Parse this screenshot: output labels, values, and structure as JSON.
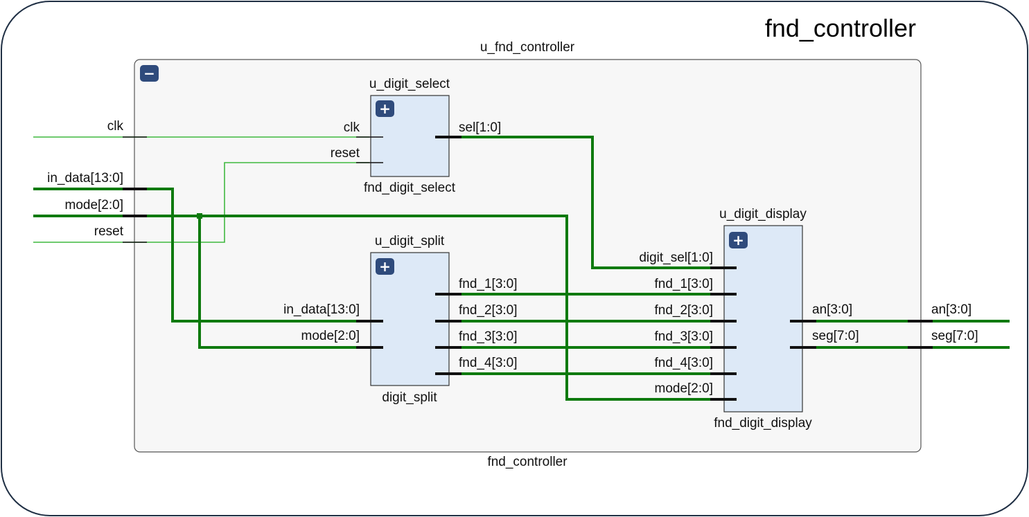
{
  "title": "fnd_controller",
  "container": {
    "instance": "u_fnd_controller",
    "module": "fnd_controller",
    "collapse_glyph": "−"
  },
  "top_ports": {
    "inputs": [
      "clk",
      "in_data[13:0]",
      "mode[2:0]",
      "reset"
    ],
    "outputs": [
      "an[3:0]",
      "seg[7:0]"
    ]
  },
  "blocks": {
    "select": {
      "instance": "u_digit_select",
      "module": "fnd_digit_select",
      "expand_glyph": "+",
      "inputs": [
        "clk",
        "reset"
      ],
      "outputs": [
        "sel[1:0]"
      ]
    },
    "split": {
      "instance": "u_digit_split",
      "module": "digit_split",
      "expand_glyph": "+",
      "inputs": [
        "in_data[13:0]",
        "mode[2:0]"
      ],
      "outputs": [
        "fnd_1[3:0]",
        "fnd_2[3:0]",
        "fnd_3[3:0]",
        "fnd_4[3:0]"
      ]
    },
    "display": {
      "instance": "u_digit_display",
      "module": "fnd_digit_display",
      "expand_glyph": "+",
      "inputs": [
        "digit_sel[1:0]",
        "fnd_1[3:0]",
        "fnd_2[3:0]",
        "fnd_3[3:0]",
        "fnd_4[3:0]",
        "mode[2:0]"
      ],
      "outputs": [
        "an[3:0]",
        "seg[7:0]"
      ]
    }
  },
  "colors": {
    "bus": "#0e7a0e",
    "wire": "#3fb83f",
    "block_fill": "#dde9f7",
    "container_fill": "#f7f7f7",
    "button": "#2f4b7c"
  }
}
